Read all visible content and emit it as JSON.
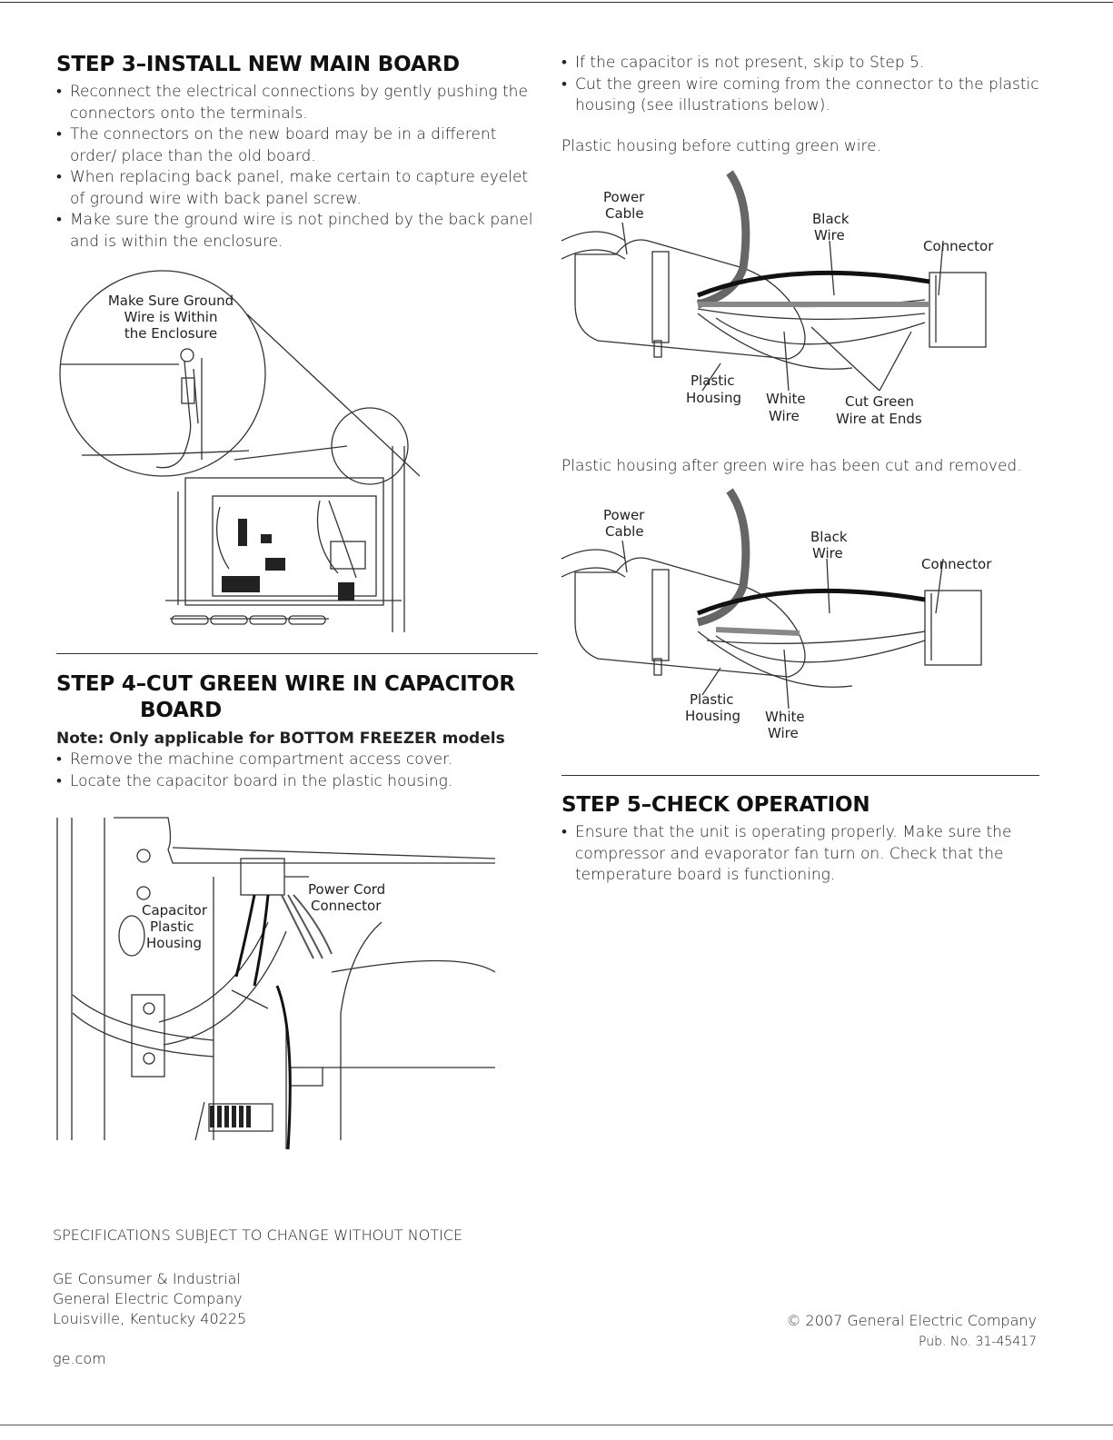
{
  "step3": {
    "title": "STEP 3–INSTALL NEW MAIN BOARD",
    "bullets": [
      "Reconnect the electrical connections by gently pushing the connectors onto the terminals.",
      "The connectors on the new board may be in a different order/ place than the old board.",
      "When replacing back panel, make certain to capture eyelet of ground wire with back panel screw.",
      "Make sure the ground wire is not pinched by the back panel and is within the enclosure."
    ],
    "figure_callout": [
      "Make Sure Ground",
      "Wire is Within",
      "the Enclosure"
    ]
  },
  "step4": {
    "title_line1": "STEP 4–CUT GREEN WIRE IN CAPACITOR",
    "title_line2": "BOARD",
    "note": "Note: Only applicable for BOTTOM FREEZER models",
    "bullets": [
      "Remove the machine compartment access cover.",
      "Locate the capacitor board in the plastic housing."
    ],
    "figure_labels": {
      "capacitor": [
        "Capacitor",
        "Plastic",
        "Housing"
      ],
      "power_cord": [
        "Power Cord",
        "Connector"
      ]
    }
  },
  "right_top": {
    "bullets": [
      "If the capacitor is not present, skip to Step 5.",
      "Cut the green wire coming from the connector to the plastic housing (see illustrations below)."
    ]
  },
  "fig_before": {
    "caption": "Plastic housing before cutting green wire.",
    "labels": {
      "power_cable": [
        "Power",
        "Cable"
      ],
      "black_wire": [
        "Black",
        "Wire"
      ],
      "connector": "Connector",
      "plastic_housing": [
        "Plastic",
        "Housing"
      ],
      "white_wire": [
        "White",
        "Wire"
      ],
      "cut_green": [
        "Cut Green",
        "Wire at Ends"
      ]
    }
  },
  "fig_after": {
    "caption": "Plastic housing after green wire has been cut and removed.",
    "labels": {
      "power_cable": [
        "Power",
        "Cable"
      ],
      "black_wire": [
        "Black",
        "Wire"
      ],
      "connector": "Connector",
      "plastic_housing": [
        "Plastic",
        "Housing"
      ],
      "white_wire": [
        "White",
        "Wire"
      ]
    }
  },
  "step5": {
    "title": "STEP 5–CHECK OPERATION",
    "bullets": [
      "Ensure that the unit is operating properly. Make sure the compressor and evaporator fan turn on. Check that the temperature board is functioning."
    ]
  },
  "footer": {
    "specs": "SPECIFICATIONS SUBJECT TO CHANGE WITHOUT NOTICE",
    "address": [
      "GE Consumer & Industrial",
      "General Electric Company",
      "Louisville, Kentucky 40225"
    ],
    "website": "ge.com",
    "copyright": "© 2007 General Electric Company",
    "pub": "Pub. No. 31-45417"
  }
}
